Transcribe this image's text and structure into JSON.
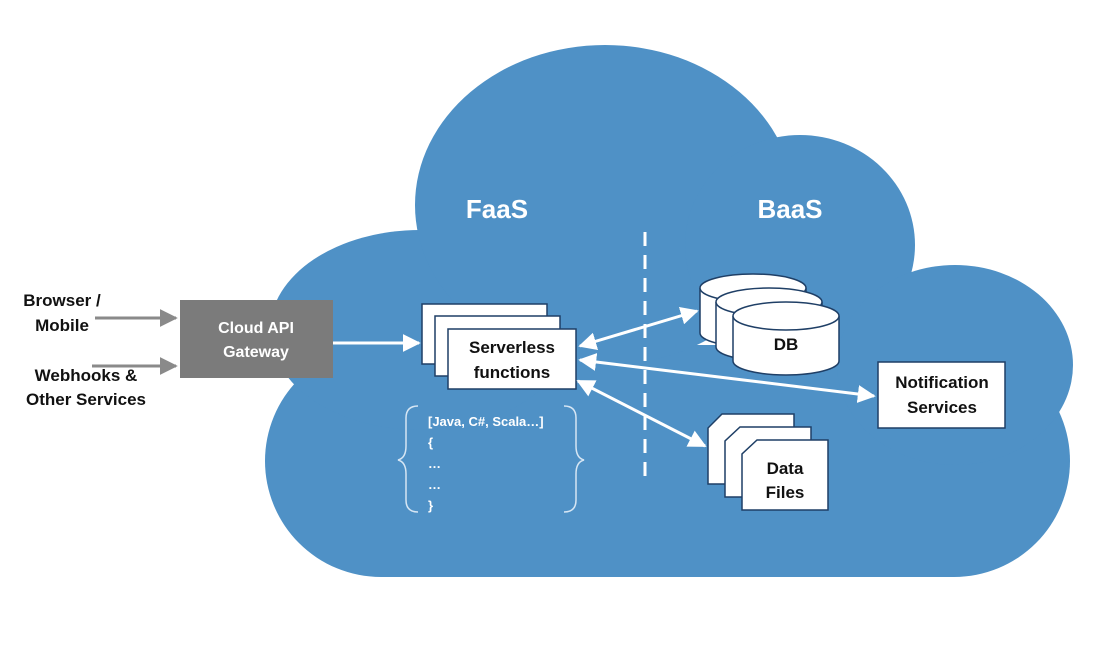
{
  "colors": {
    "cloud": "#4f91c6",
    "gateway": "#7b7b7b",
    "arrow_white": "#ffffff",
    "arrow_gray": "#8a8a8a",
    "box_border": "#1f3f66"
  },
  "left": {
    "client1": [
      "Browser /",
      "Mobile"
    ],
    "client2": [
      "Webhooks &",
      "Other Services"
    ]
  },
  "gateway": [
    "Cloud API",
    "Gateway"
  ],
  "faas": {
    "title": "FaaS",
    "functions": [
      "Serverless",
      "functions"
    ],
    "code_lines": [
      "[Java, C#, Scala…]",
      "{",
      "…",
      "…",
      "}"
    ]
  },
  "baas": {
    "title": "BaaS",
    "db": "DB",
    "notification": [
      "Notification",
      "Services"
    ],
    "files": [
      "Data",
      "Files"
    ]
  }
}
